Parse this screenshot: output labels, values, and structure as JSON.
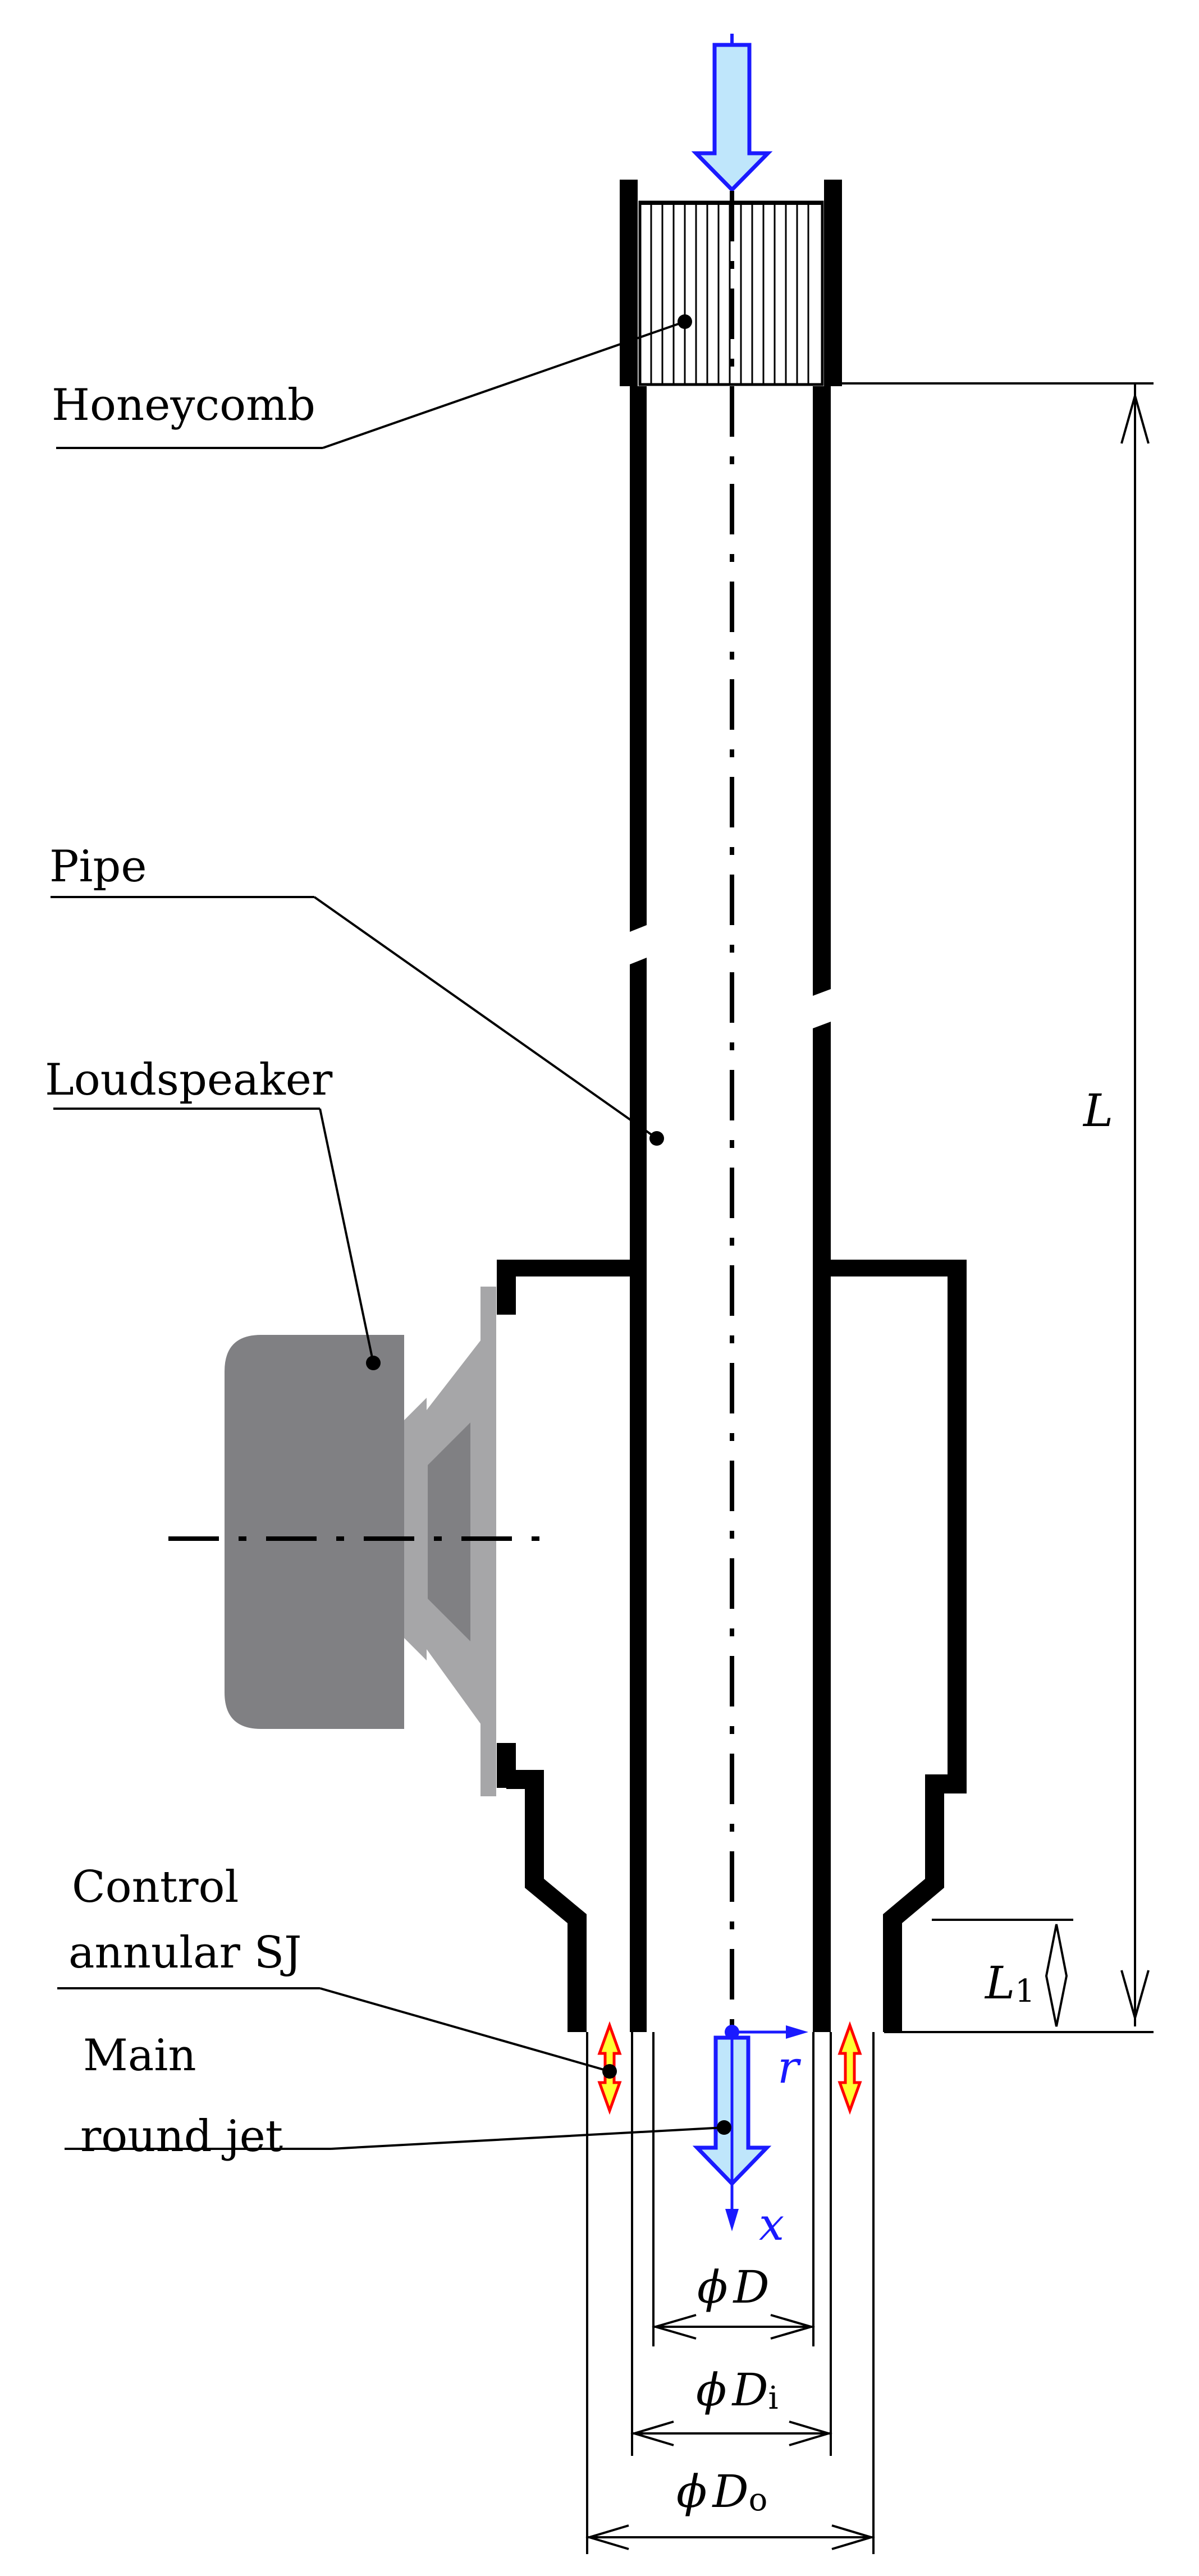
{
  "labels": {
    "honeycomb": "Honeycomb",
    "pipe": "Pipe",
    "loudspeaker": "Loudspeaker",
    "control_line1": "Control",
    "control_line2": "annular SJ",
    "main_line1": "Main",
    "main_line2": "round jet"
  },
  "dimensions": {
    "L": "L",
    "L1_main": "L",
    "L1_sub": "1",
    "D_phi": "ϕ",
    "D_main": "D",
    "Di_phi": "ϕ",
    "Di_main": "D",
    "Di_sub": "i",
    "Do_phi": "ϕ",
    "Do_main": "D",
    "Do_sub": "o"
  },
  "axes": {
    "r": "r",
    "x": "x"
  },
  "colors": {
    "flow_fill": "#bfe6fb",
    "flow_stroke": "#1a1aff",
    "sj_fill": "#ffff33",
    "sj_stroke": "#ff0000",
    "speaker_dark": "#808083",
    "speaker_light": "#a6a6a8",
    "wall": "#000000"
  }
}
